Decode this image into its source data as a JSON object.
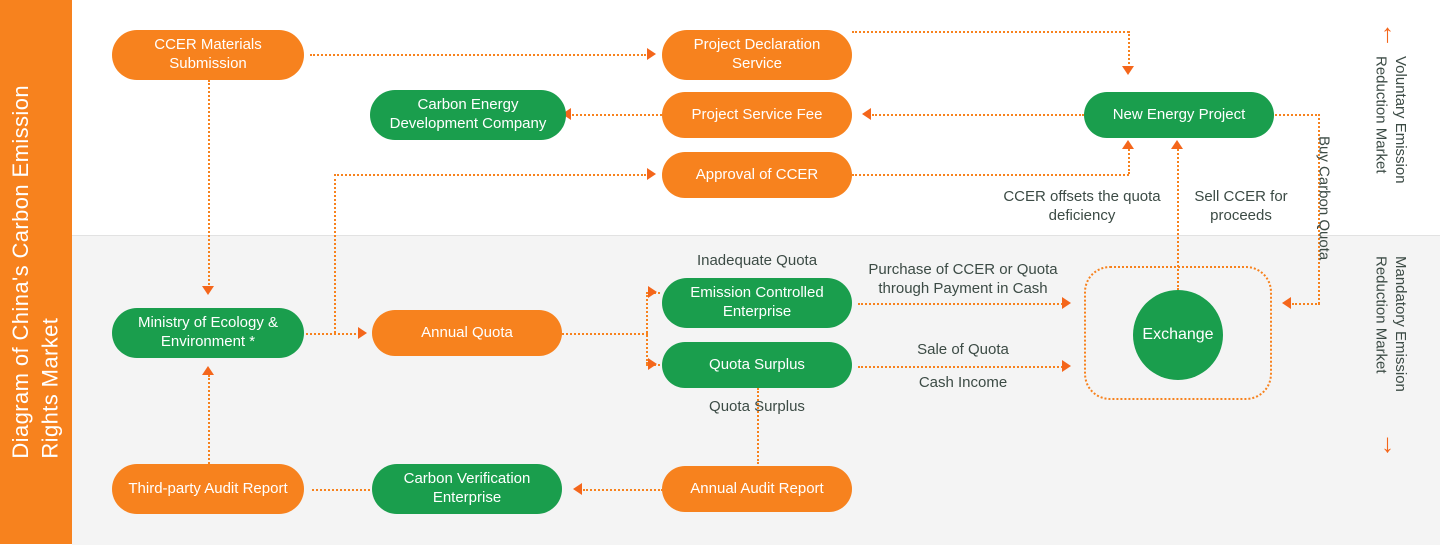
{
  "title": "Diagram of China's Carbon Emission\nRights Market",
  "colors": {
    "orange": "#f7821e",
    "green": "#1a9e4d",
    "arrow": "#f4661b",
    "label_text": "#3c4b45",
    "band_top": "#ffffff",
    "band_bottom": "#f4f4f4"
  },
  "nodes": {
    "ccer_materials_submission": "CCER Materials\nSubmission",
    "project_declaration_service": "Project Declaration\nService",
    "new_energy_project": "New Energy Project",
    "carbon_energy_development_company": "Carbon Energy\nDevelopment Company",
    "project_service_fee": "Project Service Fee",
    "approval_of_ccer": "Approval of CCER",
    "ministry_of_ecology": "Ministry of\nEcology & Environment *",
    "annual_quota": "Annual Quota",
    "emission_controlled_enterprise": "Emission Controlled\nEnterprise",
    "quota_surplus": "Quota Surplus",
    "exchange": "Exchange",
    "third_party_audit_report": "Third-party Audit\nReport",
    "carbon_verification_enterprise": "Carbon Verification\nEnterprise",
    "annual_audit_report": "Annual Audit Report"
  },
  "edge_labels": {
    "ccer_offsets": "CCER offsets the quota\ndeficiency",
    "sell_ccer": "Sell CCER for\nproceeds",
    "buy_carbon_quota": "Buy Carbon Quota",
    "inadequate_quota": "Inadequate Quota",
    "quota_surplus_lower": "Quota Surplus",
    "purchase_ccer_quota": "Purchase of CCER or Quota\nthrough Payment in Cash",
    "sale_of_quota": "Sale of Quota",
    "cash_income": "Cash Income"
  },
  "markets": {
    "voluntary": "Voluntary Emission\nReduction Market",
    "voluntary_arrow": "↑",
    "mandatory": "Mandatory Emission\nReduction Market",
    "mandatory_arrow": "↓"
  }
}
